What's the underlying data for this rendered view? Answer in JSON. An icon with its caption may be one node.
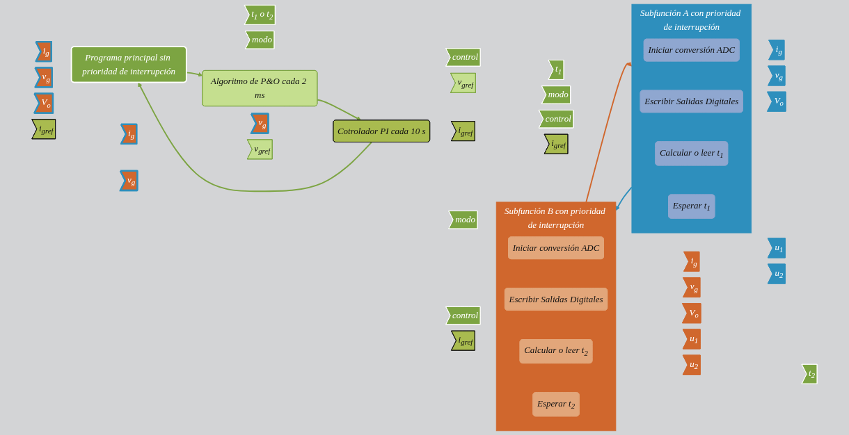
{
  "diagram": {
    "nodes": [
      {
        "text": [
          "Programa principal sin prioridad de interrupción"
        ]
      },
      {
        "text": [
          "i$_{g}$"
        ]
      },
      {
        "text": [
          "v$_{g}$"
        ]
      },
      {
        "text": [
          "V$_{o}$"
        ]
      },
      {
        "text": [
          "i$_{gref}$"
        ]
      },
      {
        "text": [
          "t$_{1}$ o t$_{2}$"
        ]
      },
      {
        "text": [
          "modo"
        ]
      },
      {
        "text": [
          "control"
        ]
      },
      {
        "text": [
          "Algoritmo de P&O cada 2 ms"
        ]
      },
      {
        "text": [
          "i$_{g}$"
        ]
      },
      {
        "text": [
          "v$_{g}$"
        ]
      },
      {
        "text": [
          "v$_{gref}$"
        ]
      },
      {
        "text": [
          "Cotrolador PI cada 10 s"
        ]
      },
      {
        "text": [
          "v$_{g}$"
        ]
      },
      {
        "text": [
          "v$_{gref}$"
        ]
      },
      {
        "text": [
          "i$_{gref}$"
        ]
      },
      {
        "text": [
          "Subfunción A con prioridad de interrupción"
        ]
      },
      {
        "text": [
          "Iniciar conversión ADC"
        ],
        "in": 16
      },
      {
        "text": [
          "Escribir Salidas Digitales"
        ],
        "in": 16
      },
      {
        "text": [
          "Calcular o leer t$_{1}$"
        ],
        "in": 16
      },
      {
        "text": [
          "Esperar t$_{1}$"
        ],
        "in": 16
      },
      {
        "text": [
          "t$_{1}$"
        ]
      },
      {
        "text": [
          "modo"
        ]
      },
      {
        "text": [
          "control"
        ]
      },
      {
        "text": [
          "i$_{gref}$"
        ]
      },
      {
        "text": [
          "i$_{g}$"
        ]
      },
      {
        "text": [
          "v$_{g}$"
        ]
      },
      {
        "text": [
          "V$_{o}$"
        ]
      },
      {
        "text": [
          "u$_{1}$"
        ]
      },
      {
        "text": [
          "u$_{2}$"
        ]
      },
      {
        "text": [
          "Subfunción B con prioridad de interrupción"
        ]
      },
      {
        "text": [
          "Iniciar conversión ADC"
        ],
        "in": 30
      },
      {
        "text": [
          "Escribir Salidas Digitales"
        ],
        "in": 30
      },
      {
        "text": [
          "Calcular o leer t$_{2}$"
        ],
        "in": 30
      },
      {
        "text": [
          "Esperar t$_{2}$"
        ],
        "in": 30
      },
      {
        "text": [
          "t$_{2}$"
        ]
      },
      {
        "text": [
          "modo"
        ]
      },
      {
        "text": [
          "control"
        ]
      },
      {
        "text": [
          "i$_{gref}$"
        ]
      },
      {
        "text": [
          "i$_{g}$"
        ]
      },
      {
        "text": [
          "v$_{g}$"
        ]
      },
      {
        "text": [
          "V$_{o}$"
        ]
      },
      {
        "text": [
          "u$_{1}$"
        ]
      },
      {
        "text": [
          "u$_{2}$"
        ]
      }
    ],
    "edges": [
      {
        "from": 0,
        "to": 8,
        "arrow": "to"
      },
      {
        "from": 8,
        "to": 12,
        "arrow": "to"
      },
      {
        "from": 12,
        "to": 0,
        "arrow": "to"
      },
      {
        "from": 16,
        "to": 30,
        "arrow": "to",
        "color": "#2e8fbd"
      },
      {
        "from": 30,
        "to": 16,
        "arrow": "to",
        "color": "#d0672d"
      }
    ]
  }
}
